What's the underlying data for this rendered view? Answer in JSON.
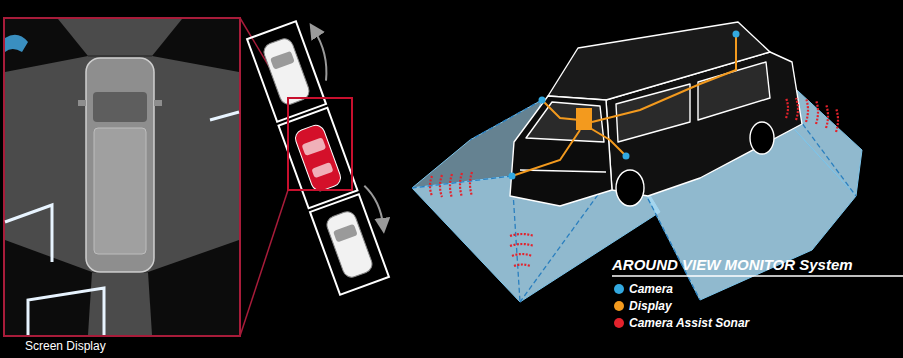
{
  "diagram": {
    "title": "AROUND VIEW MONITOR System",
    "labels": [
      "Screen Display"
    ],
    "legend": [
      {
        "text": "Camera",
        "color": "#33a9e0"
      },
      {
        "text": "Display",
        "color": "#f39a1e"
      },
      {
        "text": "Camera Assist Sonar",
        "color": "#e3222c"
      }
    ]
  }
}
